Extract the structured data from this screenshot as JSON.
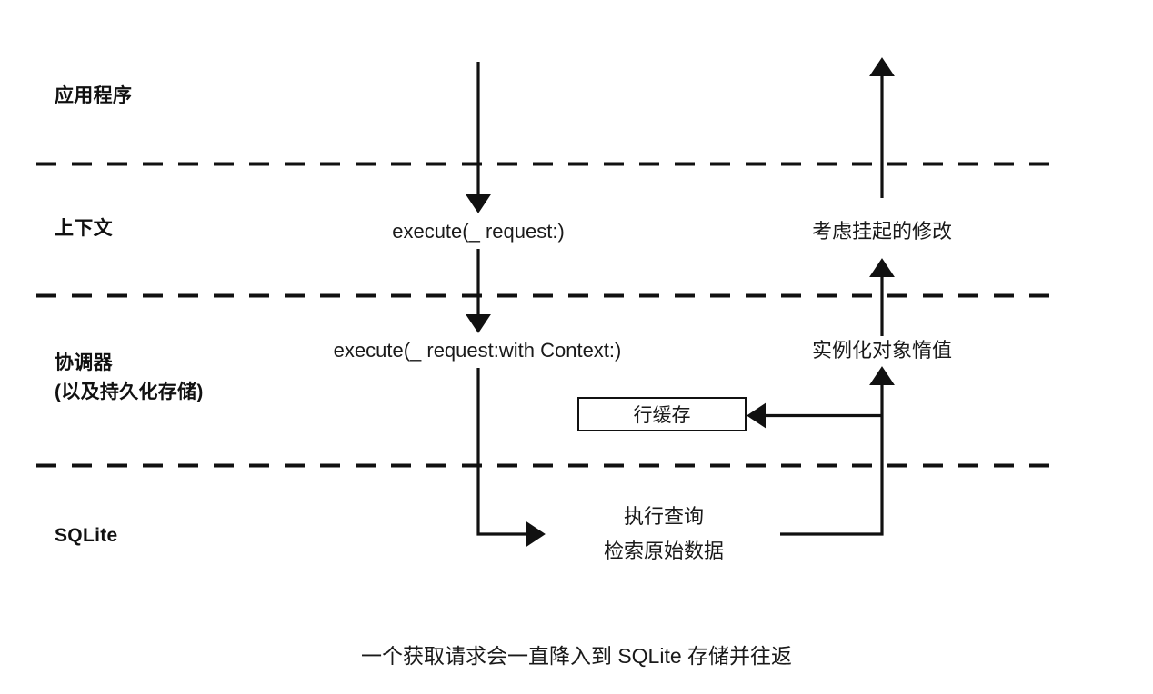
{
  "diagram": {
    "title_caption": "一个获取请求会一直降入到 SQLite 存储并往返",
    "lanes": [
      {
        "id": "application",
        "label": "应用程序"
      },
      {
        "id": "context",
        "label": "上下文"
      },
      {
        "id": "coordinator",
        "label_line1": "协调器",
        "label_line2": "(以及持久化存储)"
      },
      {
        "id": "sqlite",
        "label": "SQLite"
      }
    ],
    "flow_labels": {
      "execute_request": "execute(_ request:)",
      "execute_request_with_context": "execute(_ request:with Context:)",
      "consider_pending_changes": "考虑挂起的修改",
      "instantiate_object_faults": "实例化对象惰值",
      "execute_query": "执行查询",
      "retrieve_raw_data": "检索原始数据"
    },
    "boxes": {
      "row_cache": "行缓存"
    },
    "colors": {
      "stroke": "#111111",
      "background": "#ffffff",
      "text": "#1a1a1a"
    }
  }
}
